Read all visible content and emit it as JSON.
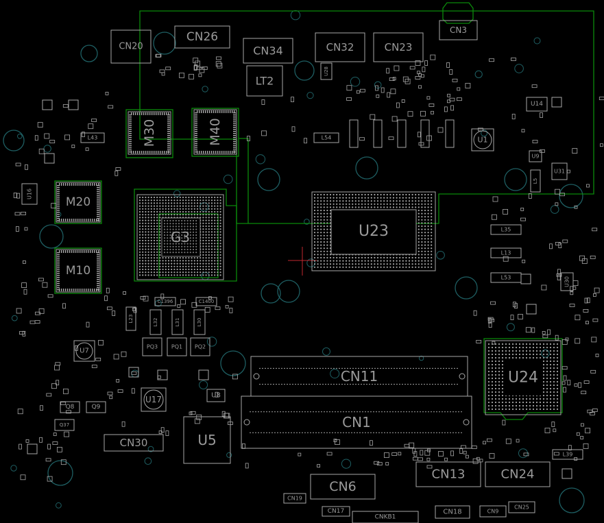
{
  "colors": {
    "background": "#000000",
    "silkscreen": "#a8a8a8",
    "outline": "#0b8a0b",
    "via": "#1e5f63",
    "marker": "#c0282f",
    "label": "#9a9a9a"
  },
  "components": {
    "CN20": "CN20",
    "CN26": "CN26",
    "CN34": "CN34",
    "CN32": "CN32",
    "CN23": "CN23",
    "CN3": "CN3",
    "LT2": "LT2",
    "M30": "M30",
    "M40": "M40",
    "M20": "M20",
    "M10": "M10",
    "G3": "G3",
    "U23": "U23",
    "U24": "U24",
    "U5": "U5",
    "U17": "U17",
    "U8": "U8",
    "U7": "U7",
    "U1": "U1",
    "U14": "U14",
    "U16": "U16",
    "U30": "U30",
    "U31": "U31",
    "U9": "U9",
    "U28": "U28",
    "CN11": "CN11",
    "CN1": "CN1",
    "CN6": "CN6",
    "CN13": "CN13",
    "CN24": "CN24",
    "CN30": "CN30",
    "CN19": "CN19",
    "CN17": "CN17",
    "CNKB1": "CNKB1",
    "CN18": "CN18",
    "CN9": "CN9",
    "CN25": "CN25",
    "Q8": "Q8",
    "Q9": "Q9",
    "Q37": "Q37",
    "L43": "L43",
    "L54": "L54",
    "L35": "L35",
    "L13": "L13",
    "L53": "L53",
    "L39": "L39",
    "L5": "L5",
    "PQ3": "PQ3",
    "PQ1": "PQ1",
    "PQ2": "PQ2",
    "C139": "C1396",
    "C140": "C1400",
    "L32": "L32",
    "L31": "L31",
    "L30": "L30",
    "L23": "L23"
  }
}
